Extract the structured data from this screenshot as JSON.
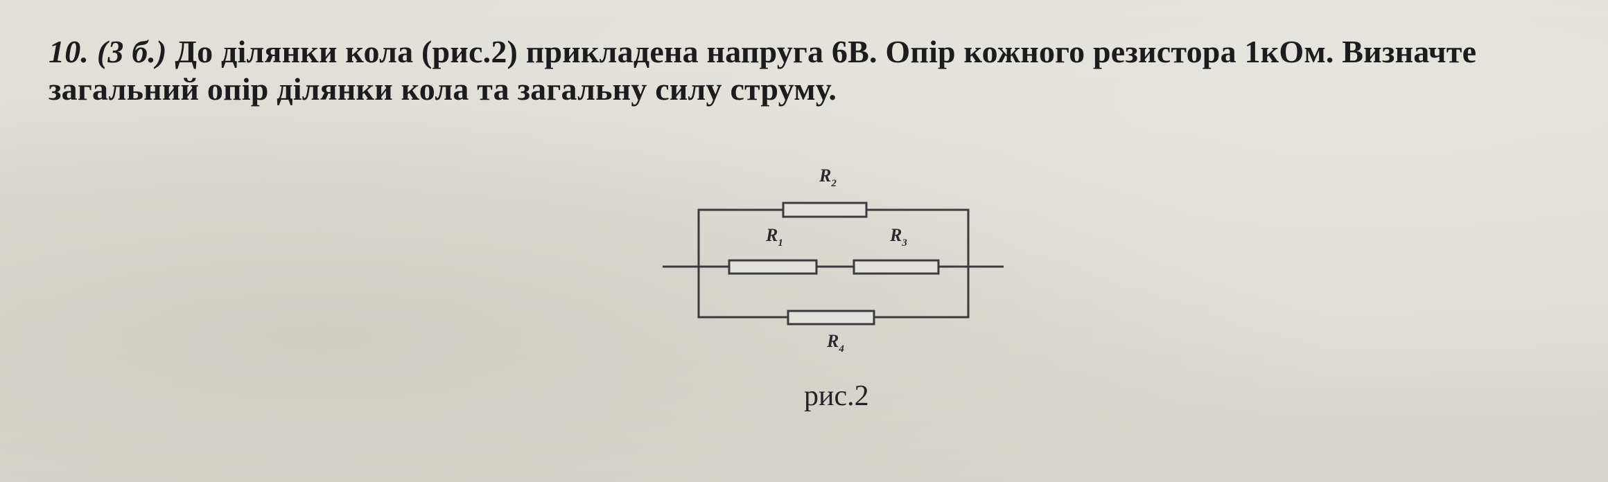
{
  "problem": {
    "number": "10.",
    "points": "(3 б.)",
    "line1_text": "До ділянки кола (рис.2) прикладена  напруга 6В. Опір кожного резистора 1кОм. Визначте",
    "line2_text": "загальний опір ділянки кола та загальну силу струму."
  },
  "figure": {
    "resistors": [
      {
        "id": "R2",
        "letter": "R",
        "sub": "2"
      },
      {
        "id": "R1",
        "letter": "R",
        "sub": "1"
      },
      {
        "id": "R3",
        "letter": "R",
        "sub": "3"
      },
      {
        "id": "R4",
        "letter": "R",
        "sub": "4"
      }
    ],
    "caption": "рис.2"
  }
}
